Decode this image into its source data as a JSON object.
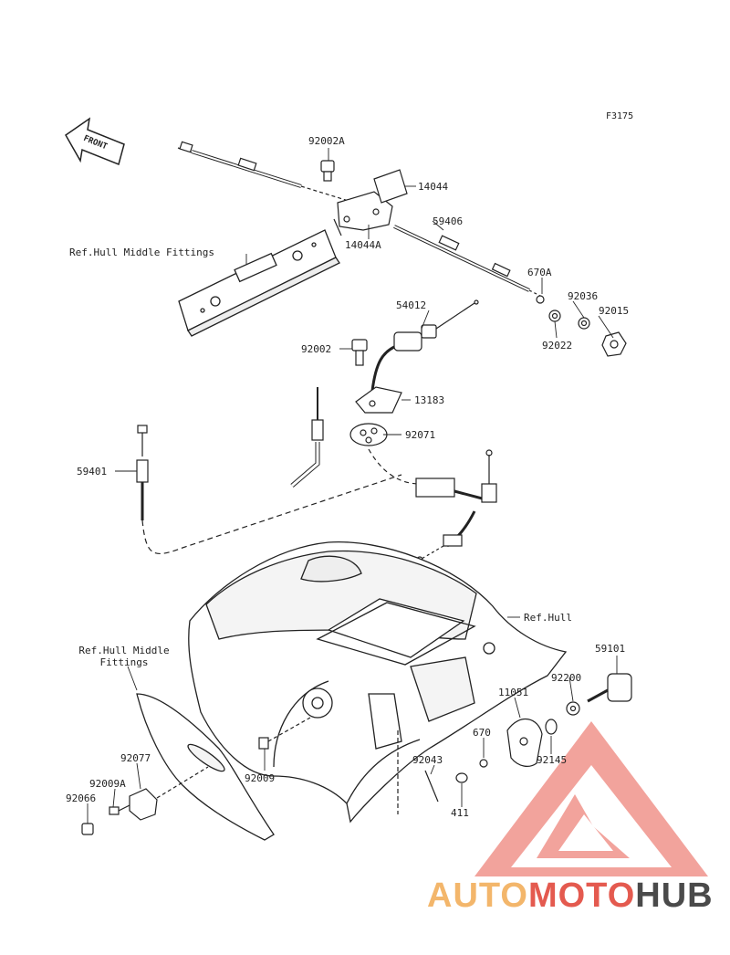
{
  "figure_code": "F3175",
  "front_label": "FRONT",
  "parts": {
    "p92002A": "92002A",
    "p14044": "14044",
    "p14044A": "14044A",
    "p59406": "59406",
    "p670A": "670A",
    "p92036": "92036",
    "p92015": "92015",
    "p92022": "92022",
    "p54012": "54012",
    "p92002": "92002",
    "p13183": "13183",
    "p92071": "92071",
    "p59401": "59401",
    "p59101": "59101",
    "p92200": "92200",
    "p11051": "11051",
    "p670": "670",
    "p92145": "92145",
    "p92043": "92043",
    "p411": "411",
    "p92077": "92077",
    "p92009A": "92009A",
    "p92066": "92066",
    "p92009": "92009"
  },
  "refs": {
    "hull_middle_fittings_top": "Ref.Hull Middle Fittings",
    "hull": "Ref.Hull",
    "hull_middle_line1": "Ref.Hull Middle",
    "hull_middle_line2": "Fittings"
  },
  "watermark": {
    "part1": "AUTO",
    "part2": "MOTO",
    "part3": "HUB",
    "color_triangle": "#e8584d",
    "color_auto": "#f3b66b",
    "color_moto": "#e45a4f",
    "color_hub": "#4a4a4a"
  }
}
